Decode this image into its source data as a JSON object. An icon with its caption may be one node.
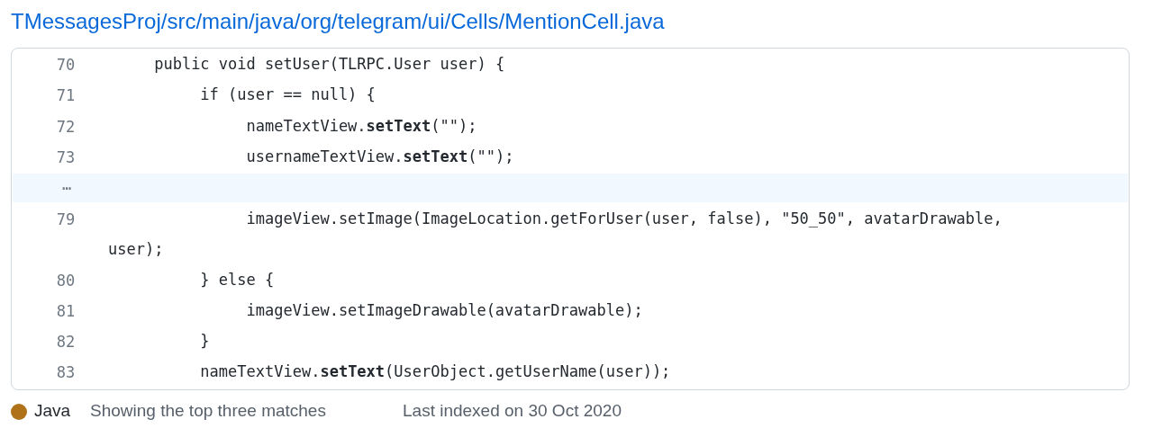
{
  "diagram": {
    "labels": [
      "TMessagesProj/src/main/java/org/telegram/ui/Cells/MentionCell.java",
      "70",
      "     public void setUser(TLRPC.User user) {",
      "71",
      "          if (user == null) {",
      "72",
      "               nameTextView.**setText**(\"\");",
      "73",
      "               usernameTextView.**setText**(\"\");",
      "…",
      "79",
      "               imageView.setImage(ImageLocation.getForUser(user, false), \"50_50\", avatarDrawable, user);",
      "80",
      "          } else {",
      "81",
      "               imageView.setImageDrawable(avatarDrawable);",
      "82",
      "          }",
      "83",
      "          nameTextView.**setText**(UserObject.getUserName(user));",
      "Showing the top three matches",
      "Last indexed on 30 Oct 2020"
    ],
    "legend": [
      {
        "text": "Java",
        "color": "#b07219"
      }
    ]
  }
}
